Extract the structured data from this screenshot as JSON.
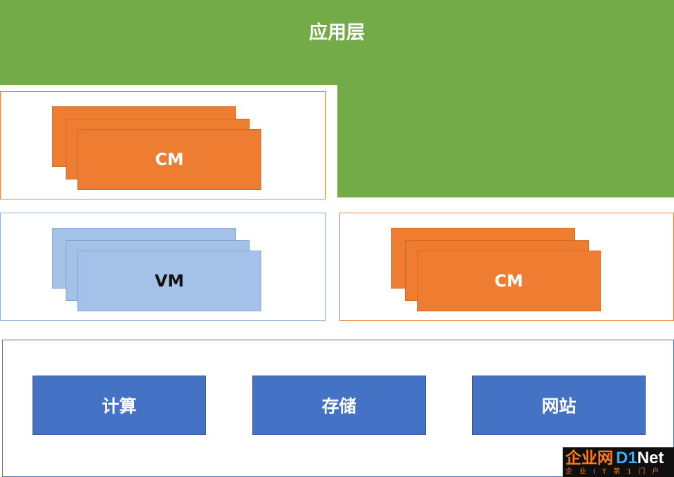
{
  "application_layer": {
    "label": "应用层"
  },
  "cm_group_top": {
    "label": "CM"
  },
  "vm_group": {
    "label": "VM"
  },
  "cm_group_right": {
    "label": "CM"
  },
  "infrastructure": {
    "compute": "计算",
    "storage": "存储",
    "network": "网站"
  },
  "watermark": {
    "cn": "企业网",
    "en_prefix": "D1",
    "en_suffix": "Net",
    "sub": "企业IT第1门户"
  },
  "colors": {
    "application_green": "#72ab47",
    "cm_orange": "#ee7d31",
    "vm_blue": "#a4c1e8",
    "service_blue": "#4472c4"
  }
}
